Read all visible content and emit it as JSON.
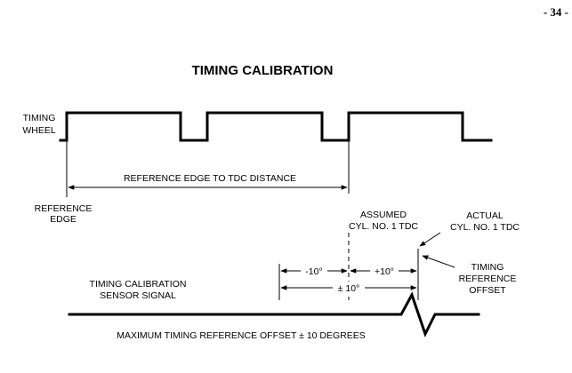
{
  "page_number": "- 34 -",
  "title": "TIMING CALIBRATION",
  "labels": {
    "timing_wheel_line1": "TIMING",
    "timing_wheel_line2": "WHEEL",
    "distance": "REFERENCE EDGE TO TDC DISTANCE",
    "reference_edge_line1": "REFERENCE",
    "reference_edge_line2": "EDGE",
    "assumed_line1": "ASSUMED",
    "assumed_line2": "CYL. NO. 1 TDC",
    "actual_line1": "ACTUAL",
    "actual_line2": "CYL. NO. 1 TDC",
    "timing_ref_offset_line1": "TIMING",
    "timing_ref_offset_line2": "REFERENCE",
    "timing_ref_offset_line3": "OFFSET",
    "sensor_signal_line1": "TIMING CALIBRATION",
    "sensor_signal_line2": "SENSOR SIGNAL",
    "minus_ten": "-10°",
    "plus_ten": "+10°",
    "plus_minus_ten": "± 10°",
    "max_offset": "MAXIMUM TIMING REFERENCE OFFSET  ± 10 DEGREES"
  }
}
